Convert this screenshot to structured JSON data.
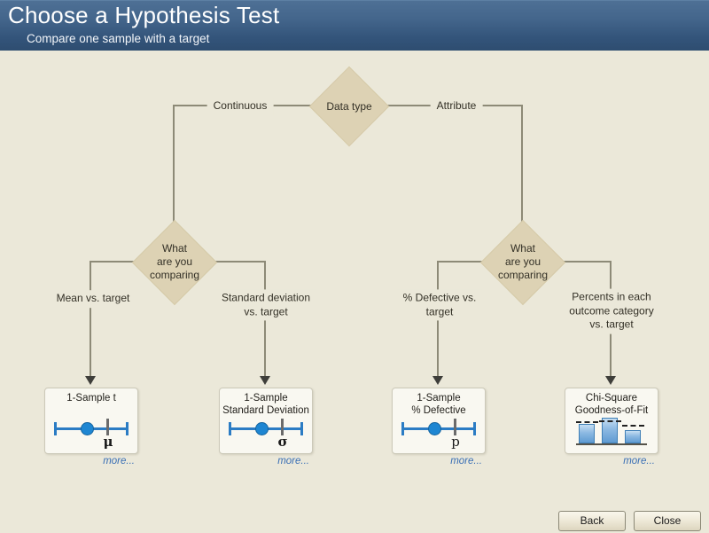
{
  "header": {
    "title": "Choose a Hypothesis Test",
    "subtitle": "Compare one sample with a target"
  },
  "tree": {
    "root_label": "Data type",
    "left_branch_label": "Continuous",
    "right_branch_label": "Attribute",
    "left_decision_label": "What\nare you\ncomparing",
    "right_decision_label": "What\nare you\ncomparing",
    "leaf_labels": {
      "mean": "Mean vs. target",
      "stdev": "Standard deviation\nvs. target",
      "defective": "% Defective vs.\ntarget",
      "percents": "Percents in each\noutcome category\nvs. target"
    }
  },
  "cards": [
    {
      "title": "1-Sample t",
      "symbol": "μ",
      "more_label": "more..."
    },
    {
      "title": "1-Sample\nStandard Deviation",
      "symbol": "σ",
      "more_label": "more..."
    },
    {
      "title": "1-Sample\n% Defective",
      "symbol": "p",
      "more_label": "more..."
    },
    {
      "title": "Chi-Square\nGoodness-of-Fit",
      "more_label": "more..."
    }
  ],
  "footer": {
    "back_label": "Back",
    "close_label": "Close"
  },
  "colors": {
    "header_top": "#4e7095",
    "header_bottom": "#2e4d70",
    "background": "#ebe8d9",
    "diamond_fill": "#ddd2b4",
    "connector_line": "#8d8a77",
    "accent_blue": "#2b7cc4",
    "point_blue": "#1e86d2",
    "link_blue": "#3a6fb5"
  }
}
